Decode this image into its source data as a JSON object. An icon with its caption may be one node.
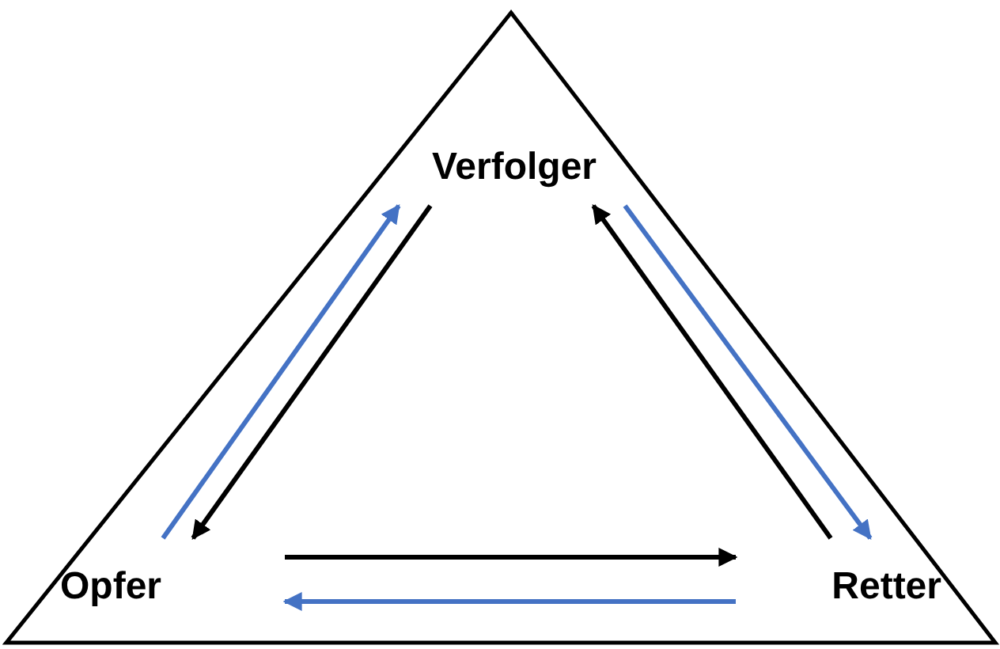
{
  "diagram": {
    "nodes": [
      {
        "text": [
          "Verfolger"
        ]
      },
      {
        "text": [
          "Opfer"
        ]
      },
      {
        "text": [
          "Retter"
        ]
      }
    ],
    "edges": [
      {
        "from": 1,
        "to": 0,
        "arrow": "to",
        "color": "#4472c4"
      },
      {
        "from": 0,
        "to": 1,
        "arrow": "to",
        "color": "#000000"
      },
      {
        "from": 2,
        "to": 0,
        "arrow": "to",
        "color": "#000000"
      },
      {
        "from": 0,
        "to": 2,
        "arrow": "to",
        "color": "#4472c4"
      },
      {
        "from": 1,
        "to": 2,
        "arrow": "to",
        "color": "#000000"
      },
      {
        "from": 2,
        "to": 1,
        "arrow": "to",
        "color": "#4472c4"
      }
    ]
  }
}
